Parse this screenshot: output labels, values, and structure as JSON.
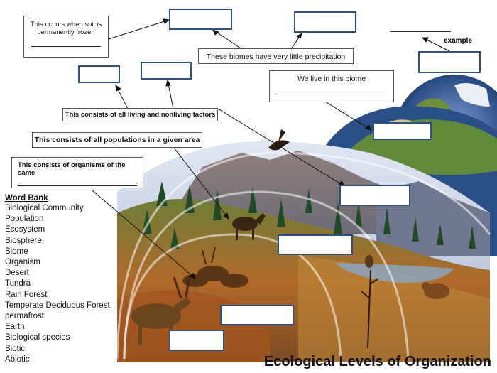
{
  "callouts": {
    "permafrost": "This occurs when soil is permanently frozen",
    "desert": "These biomes have very little precipitation",
    "live_biome": "We live in this biome",
    "ecosystem": "This consists of all living and nonliving factors",
    "community": "This consists of all populations in a given area",
    "population": "This consists of organisms of the same",
    "example": "example"
  },
  "word_bank": {
    "title": "Word Bank",
    "items": [
      "Biological Community",
      "Population",
      "Ecosystem",
      "Biosphere",
      "Biome",
      "Organism",
      "Desert",
      "Tundra",
      "Rain Forest",
      "Temperate Deciduous Forest",
      "permafrost",
      "Earth",
      "Biological species",
      "Biotic",
      "Abiotic"
    ]
  },
  "title": "Ecological Levels of Organization",
  "colors": {
    "box_border": "#2f4f7f",
    "sky": "#b9c4dc",
    "ocean": "#2a4e86"
  }
}
